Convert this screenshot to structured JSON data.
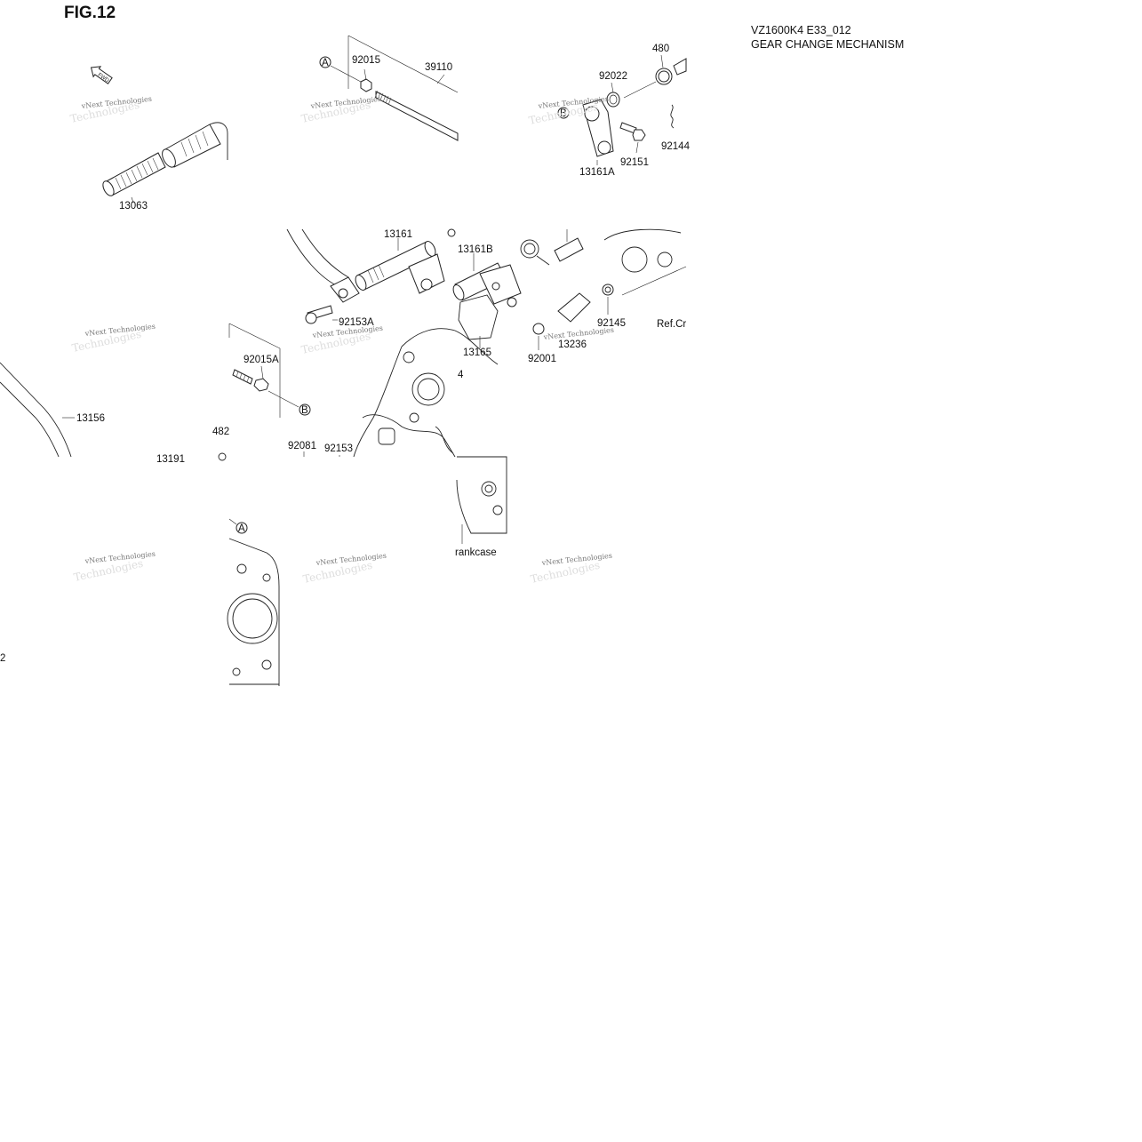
{
  "header": {
    "fig_label": "FIG.12",
    "model_code": "VZ1600K4 E33_012",
    "section_title": "GEAR CHANGE MECHANISM"
  },
  "watermark": {
    "line1": "vNext Technologies",
    "line2": "Technologies"
  },
  "fwd_label": "FWD",
  "callouts": {
    "a": "A",
    "b": "B"
  },
  "part_labels": {
    "p92015": "92015",
    "p39110": "39110",
    "p480": "480",
    "p92022": "92022",
    "p13161A": "13161A",
    "p92151": "92151",
    "p9214x": "92144",
    "p13063": "13063",
    "p13161": "13161",
    "p13161B": "13161B",
    "p92153A": "92153A",
    "p13165": "13165",
    "p92145": "92145",
    "p92001": "92001",
    "p1323x": "13236",
    "refcr": "Ref.Cr",
    "p92015A": "92015A",
    "p13156": "13156",
    "p482": "482",
    "p92081": "92081",
    "p92153": "92153",
    "p4": "4",
    "crankcase": "rankcase",
    "p13191": "13191",
    "p2": "2"
  }
}
